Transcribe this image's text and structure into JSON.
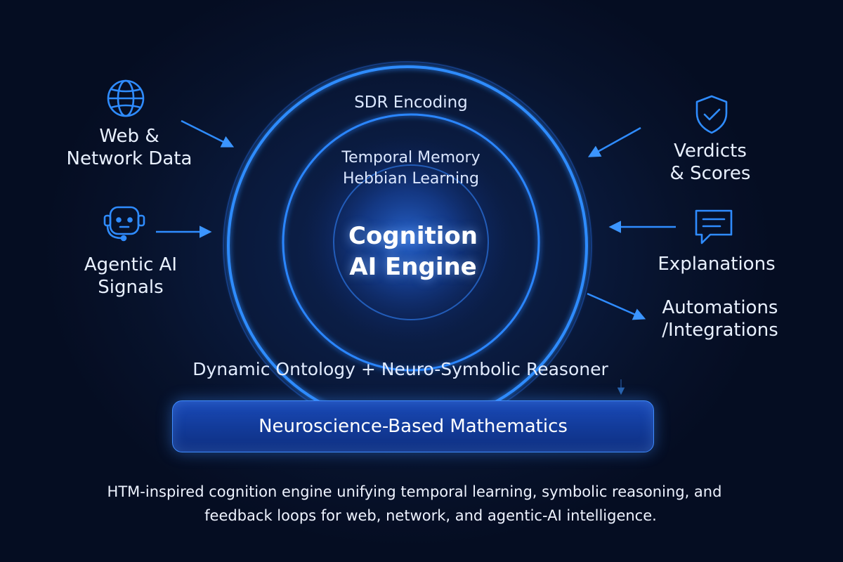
{
  "colors": {
    "background": "#07122b",
    "accent": "#2f8cff",
    "ring_glow": "#3aa0ff",
    "box_fill": "#1a4ab8",
    "text": "#e9f1ff"
  },
  "inputs": {
    "web": {
      "line1": "Web &",
      "line2": "Network Data",
      "icon": "globe-icon"
    },
    "agentic": {
      "line1": "Agentic AI",
      "line2": "Signals",
      "icon": "robot-head-icon"
    }
  },
  "outputs": {
    "verdicts": {
      "line1": "Verdicts",
      "line2": "& Scores",
      "icon": "shield-check-icon"
    },
    "explanations": {
      "label": "Explanations",
      "icon": "speech-bubble-icon"
    },
    "automations": {
      "line1": "Automations",
      "line2": "/Integrations"
    }
  },
  "rings": {
    "outer": "SDR Encoding",
    "middle_line1": "Temporal Memory",
    "middle_line2": "Hebbian Learning"
  },
  "core": {
    "line1": "Cognition",
    "line2": "AI Engine"
  },
  "reasoner": "Dynamic Ontology + Neuro-Symbolic Reasoner",
  "foundation": "Neuroscience-Based Mathematics",
  "caption": {
    "line1": "HTM-inspired cognition engine unifying temporal learning, symbolic reasoning, and",
    "line2": "feedback loops for web, network, and agentic-AI intelligence."
  }
}
